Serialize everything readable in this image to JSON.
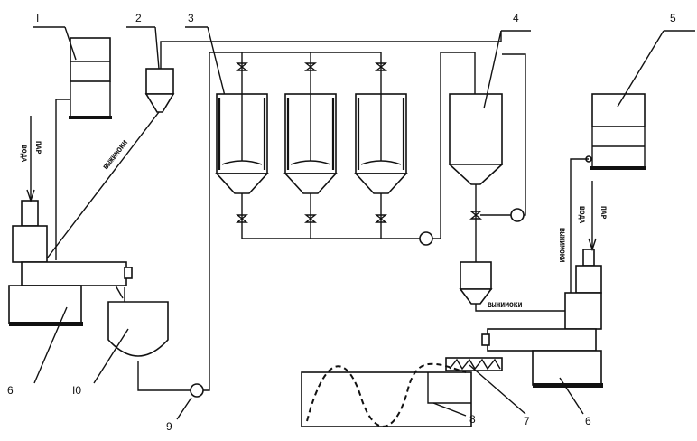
{
  "labels": {
    "n1": "I",
    "n2": "2",
    "n3": "3",
    "n4": "4",
    "n5": "5",
    "n6a": "6",
    "n6b": "6",
    "n7": "7",
    "n8": "8",
    "n9": "9",
    "n10": "I0"
  },
  "annotations": {
    "left_input_1": "ВОДА",
    "left_input_2": "ПАР",
    "left_output": "ВЫЖИМОКИ",
    "right_output": "ВЫЖИМОКИ",
    "right_input_1": "ВОДА",
    "right_input_2": "ПАР",
    "right_input_3": "ВЫЖИМОКИ"
  }
}
